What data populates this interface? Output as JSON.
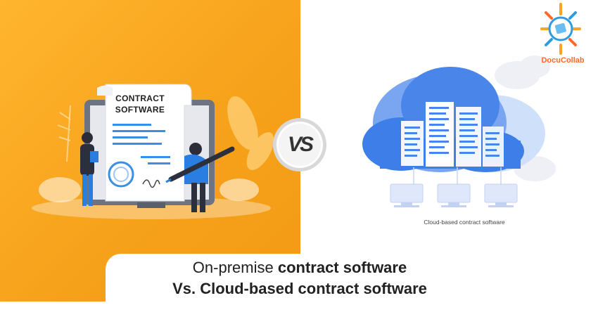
{
  "left_panel": {
    "document_title_line1": "CONTRACT",
    "document_title_line2": "SOFTWARE",
    "background_color": "#f7a21b"
  },
  "vs_badge": {
    "label": "VS"
  },
  "logo": {
    "name": "DocuCollab",
    "icon": "docucollab-logo-icon",
    "accent_color": "#ff6a2a"
  },
  "right_panel": {
    "caption": "Cloud-based contract software",
    "cloud_color": "#3d7ee8"
  },
  "headline": {
    "line1_light": "On-premise ",
    "line1_bold": "contract software",
    "line2": "Vs. Cloud-based contract software"
  }
}
